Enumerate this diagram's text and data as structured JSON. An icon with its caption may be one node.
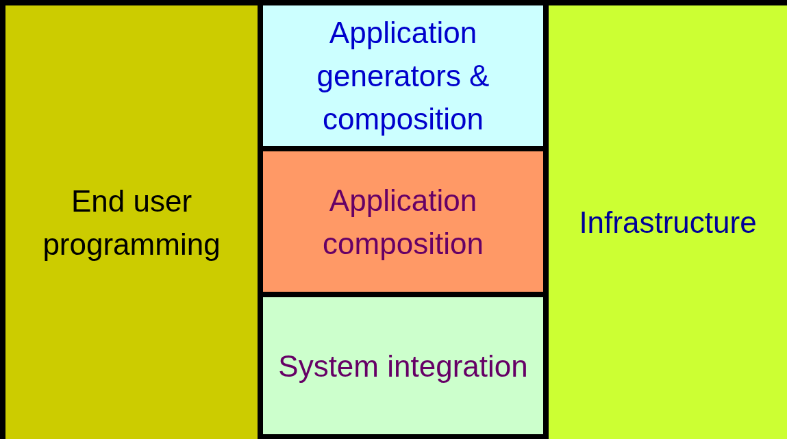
{
  "diagram": {
    "nodes": [
      {
        "text": [
          "End user programming"
        ]
      },
      {
        "text": [
          "Application generators & composition"
        ]
      },
      {
        "text": [
          "Application composition"
        ]
      },
      {
        "text": [
          "System integration"
        ]
      },
      {
        "text": [
          "Infrastructure"
        ]
      }
    ]
  }
}
